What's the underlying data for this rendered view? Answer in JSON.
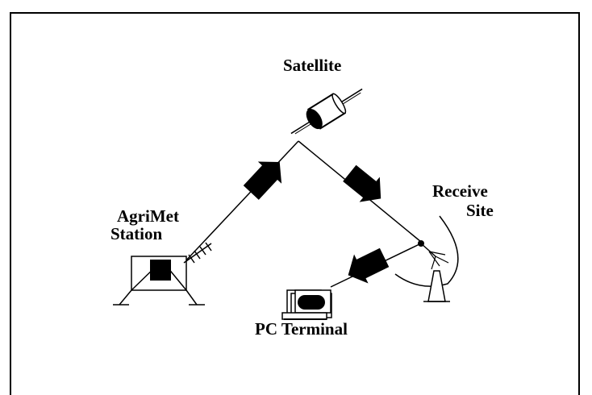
{
  "labels": {
    "satellite": "Satellite",
    "agrimet_line1": "AgriMet",
    "agrimet_line2": "Station",
    "receive_line1": "Receive",
    "receive_line2": "Site",
    "pc_terminal": "PC Terminal"
  },
  "colors": {
    "stroke": "#000000",
    "fill": "#000000",
    "background": "#ffffff"
  }
}
